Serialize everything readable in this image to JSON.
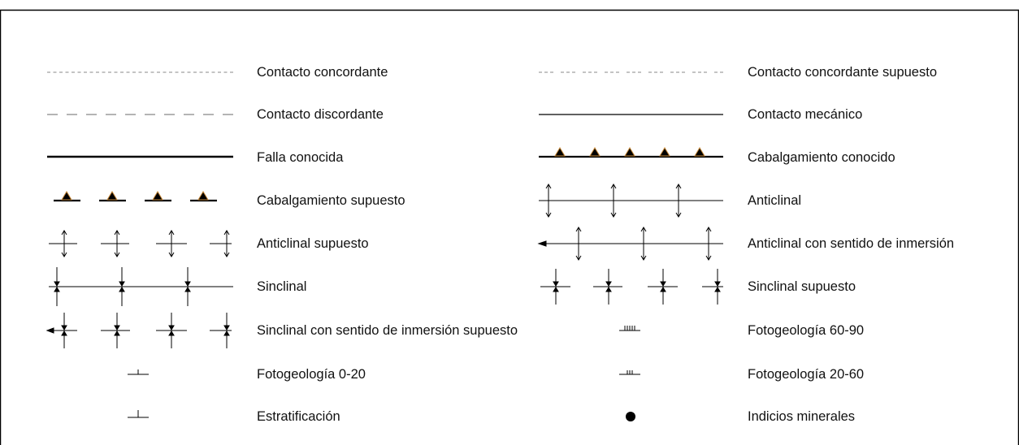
{
  "legend": {
    "left": [
      {
        "label": "Contacto concordante",
        "symbol": "fine-dotted-line"
      },
      {
        "label": "Contacto discordante",
        "symbol": "dashed-line"
      },
      {
        "label": "Falla conocida",
        "symbol": "thick-solid-line"
      },
      {
        "label": "Cabalgamiento supuesto",
        "symbol": "dashed-thrust-triangles"
      },
      {
        "label": "Anticlinal supuesto",
        "symbol": "dashed-anticline-arrows"
      },
      {
        "label": "Sinclinal",
        "symbol": "syncline-arrows"
      },
      {
        "label": "Sinclinal con sentido de inmersión supuesto",
        "symbol": "dashed-syncline-plunge"
      },
      {
        "label": "Fotogeología 0-20",
        "symbol": "strike-dip-0-20"
      },
      {
        "label": "Estratificación",
        "symbol": "bedding-strike-dip"
      }
    ],
    "right": [
      {
        "label": "Contacto concordante supuesto",
        "symbol": "dash-dot-line"
      },
      {
        "label": "Contacto mecánico",
        "symbol": "thin-solid-line"
      },
      {
        "label": "Cabalgamiento conocido",
        "symbol": "thrust-triangles"
      },
      {
        "label": "Anticlinal",
        "symbol": "anticline-arrows"
      },
      {
        "label": "Anticlinal con sentido de inmersión",
        "symbol": "anticline-plunge"
      },
      {
        "label": "Sinclinal supuesto",
        "symbol": "dashed-syncline-arrows"
      },
      {
        "label": "Fotogeología 60-90",
        "symbol": "strike-dip-60-90"
      },
      {
        "label": "Fotogeología 20-60",
        "symbol": "strike-dip-20-60"
      },
      {
        "label": "Indicios minerales",
        "symbol": "filled-dot"
      }
    ]
  },
  "colors": {
    "line": "#111111",
    "dashed": "#888888",
    "triangle": "#000000",
    "triangle_outline": "#c98a3a",
    "frame": "#000000"
  }
}
